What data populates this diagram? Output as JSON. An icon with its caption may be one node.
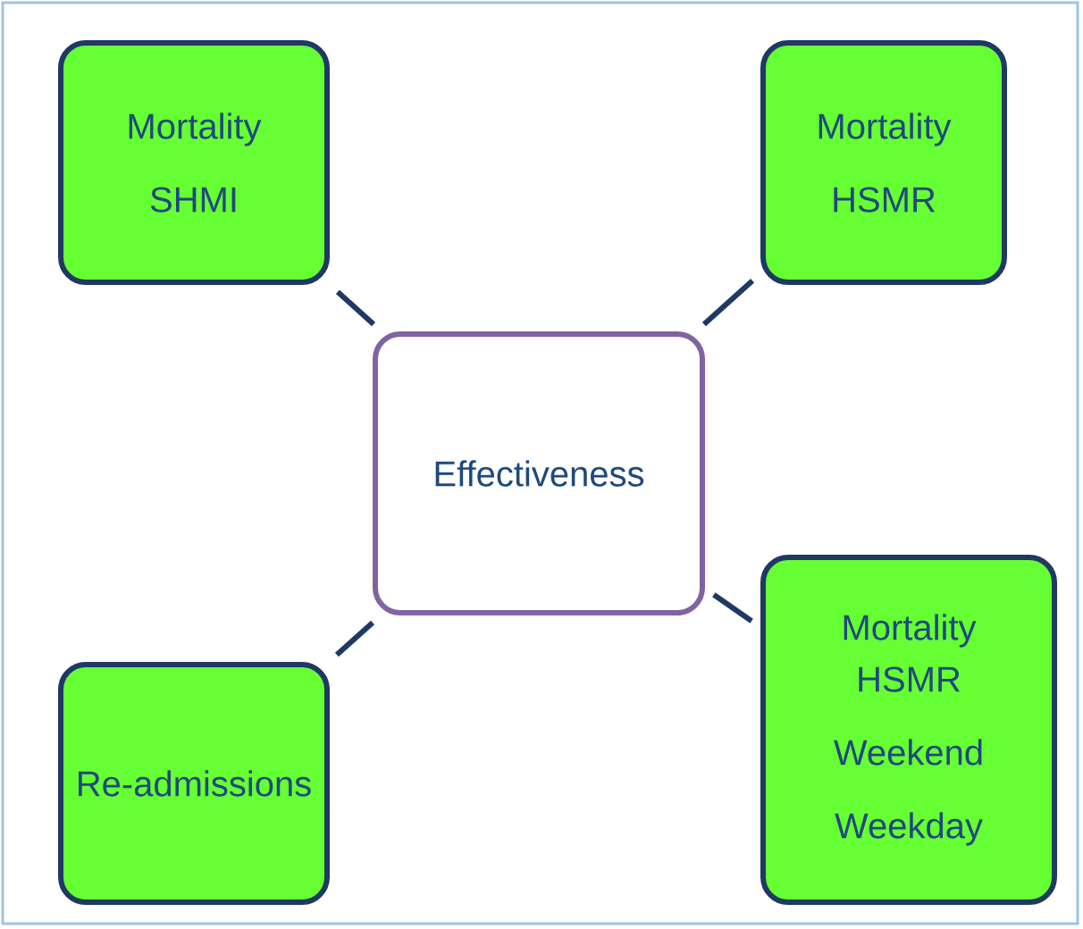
{
  "diagram": {
    "nodes": [
      {
        "text": [
          "Effectiveness"
        ]
      },
      {
        "text": [
          "Mortality",
          "SHMI"
        ]
      },
      {
        "text": [
          "Mortality",
          "HSMR"
        ]
      },
      {
        "text": [
          "Re-admissions"
        ]
      },
      {
        "text": [
          "Mortality HSMR",
          "Weekend",
          "Weekday"
        ]
      }
    ],
    "edges": [
      {
        "from": 0,
        "to": 1,
        "arrow": "none"
      },
      {
        "from": 0,
        "to": 2,
        "arrow": "none"
      },
      {
        "from": 0,
        "to": 3,
        "arrow": "none"
      },
      {
        "from": 0,
        "to": 4,
        "arrow": "none"
      }
    ]
  }
}
